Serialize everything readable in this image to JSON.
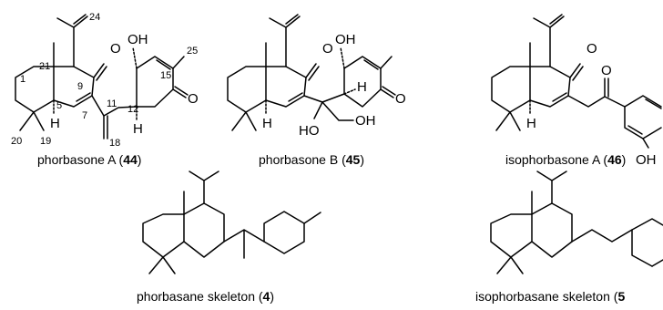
{
  "captions": {
    "c44": {
      "name": "phorbasone A (",
      "num": "44",
      "close": ")"
    },
    "c45": {
      "name": "phorbasone B (",
      "num": "45",
      "close": ")"
    },
    "c46": {
      "name": "isophorbasone A (",
      "num": "46",
      "close": ")"
    },
    "c4": {
      "name": "phorbasane skeleton (",
      "num": "4",
      "close": ")"
    },
    "c5": {
      "name": "isophorbasane skeleton (",
      "num": "5",
      "close": ""
    }
  },
  "atoms": {
    "oh": "OH",
    "o": "O",
    "h": "H",
    "ho": "HO"
  },
  "numbering": {
    "n1": "1",
    "n5": "5",
    "n7": "7",
    "n9": "9",
    "n11": "11",
    "n12": "12",
    "n15": "15",
    "n18": "18",
    "n19": "19",
    "n20": "20",
    "n21": "21",
    "n24": "24",
    "n25": "25"
  }
}
